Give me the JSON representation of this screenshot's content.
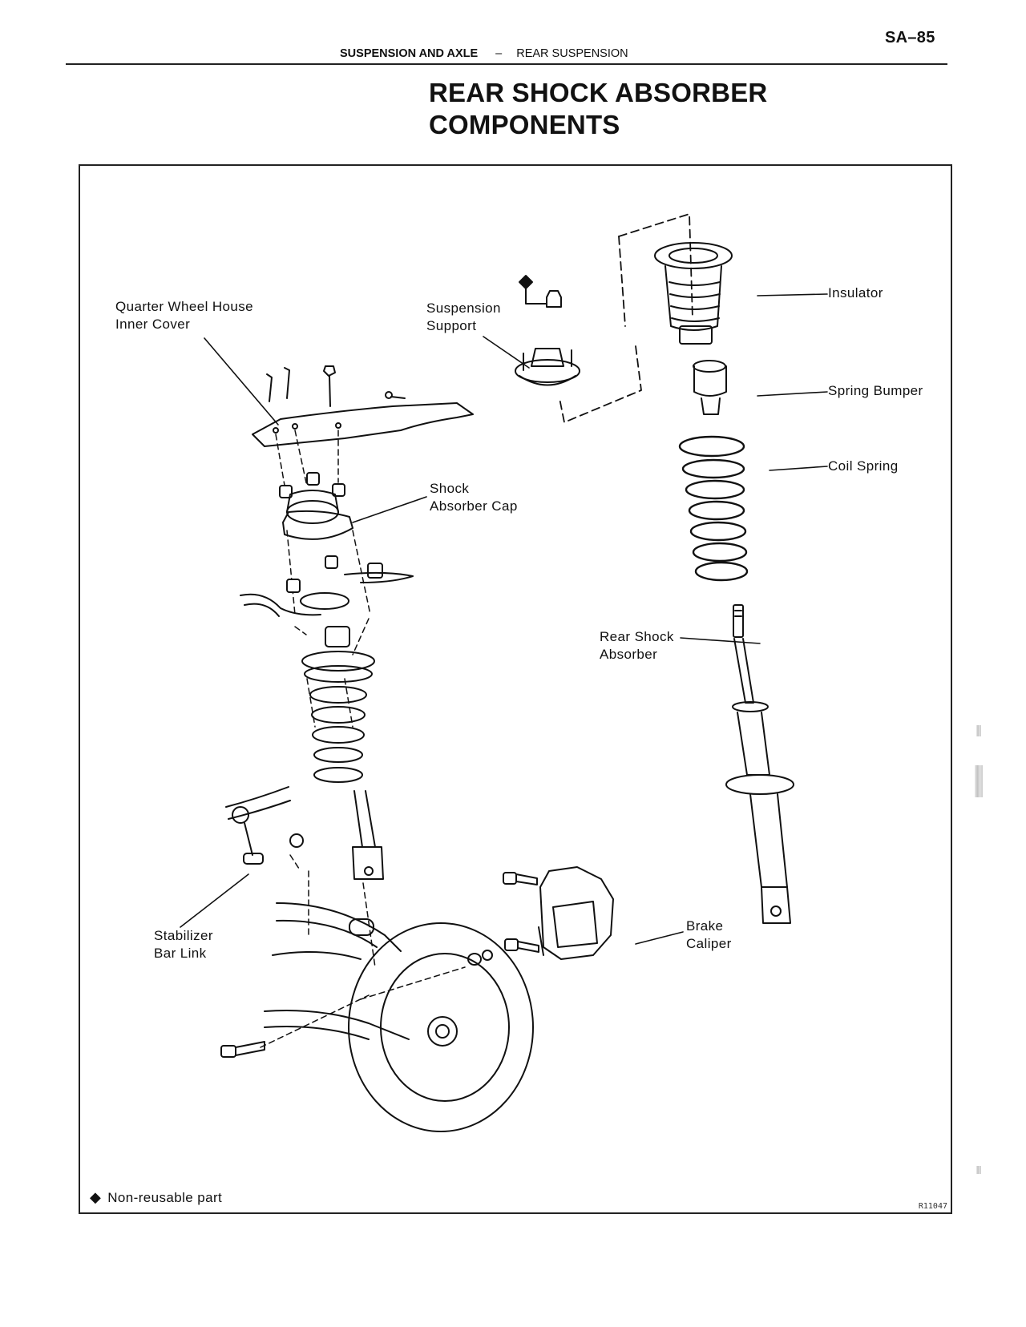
{
  "header": {
    "page_number": "SA–85",
    "section": "SUSPENSION AND AXLE",
    "separator": "–",
    "subsection": "REAR SUSPENSION"
  },
  "title": {
    "line1": "REAR SHOCK ABSORBER",
    "line2": "COMPONENTS"
  },
  "figure": {
    "labels": {
      "quarter_wheel_house": "Quarter Wheel House\nInner Cover",
      "suspension_support": "Suspension\nSupport",
      "insulator": "Insulator",
      "spring_bumper": "Spring Bumper",
      "coil_spring": "Coil Spring",
      "shock_absorber_cap": "Shock\nAbsorber Cap",
      "rear_shock_absorber": "Rear Shock\nAbsorber",
      "stabilizer_bar_link": "Stabilizer\nBar Link",
      "brake_caliper": "Brake\nCaliper"
    },
    "legend": {
      "symbol": "◆",
      "text": "Non-reusable part"
    },
    "figure_code": "R11047"
  }
}
